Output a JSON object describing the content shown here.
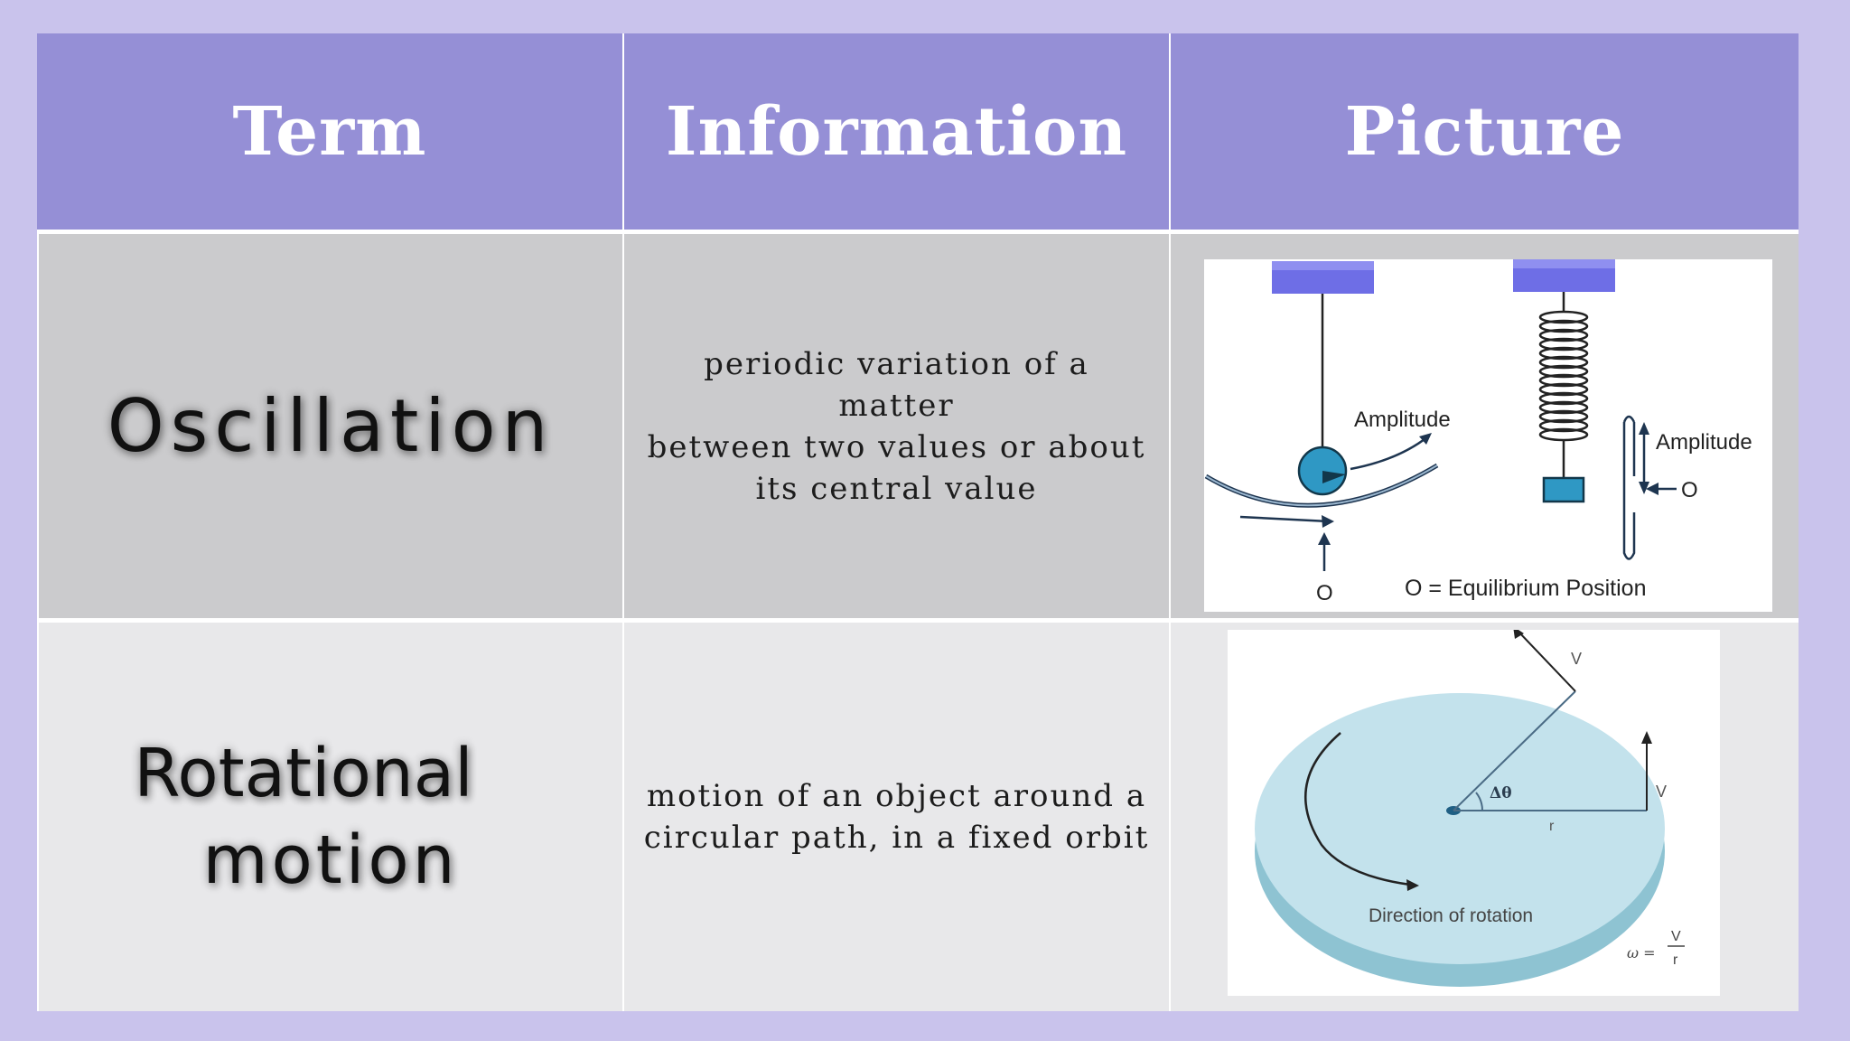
{
  "header": {
    "term": "Term",
    "information": "Information",
    "picture": "Picture"
  },
  "rows": [
    {
      "term": "Oscillation",
      "information": "periodic variation of a matter\nbetween two values or about\nits central value",
      "picture": {
        "amplitude_left": "Amplitude",
        "amplitude_right": "Amplitude",
        "o_bottom": "O",
        "o_right": "O",
        "caption": "O = Equilibrium Position"
      }
    },
    {
      "term_line1": "Rotational",
      "term_line2": "motion",
      "information": "motion of an object around a\ncircular path, in a fixed orbit",
      "picture": {
        "v_top": "V",
        "v_right": "V",
        "angle": "Δθ",
        "r": "r",
        "caption": "Direction of rotation",
        "omega": "ω =",
        "frac_num": "V",
        "frac_den": "r"
      }
    }
  ],
  "colors": {
    "background": "#c9c3ec",
    "header": "#958fd6",
    "row1": "#cbcbcd",
    "row2": "#e8e8ea"
  }
}
